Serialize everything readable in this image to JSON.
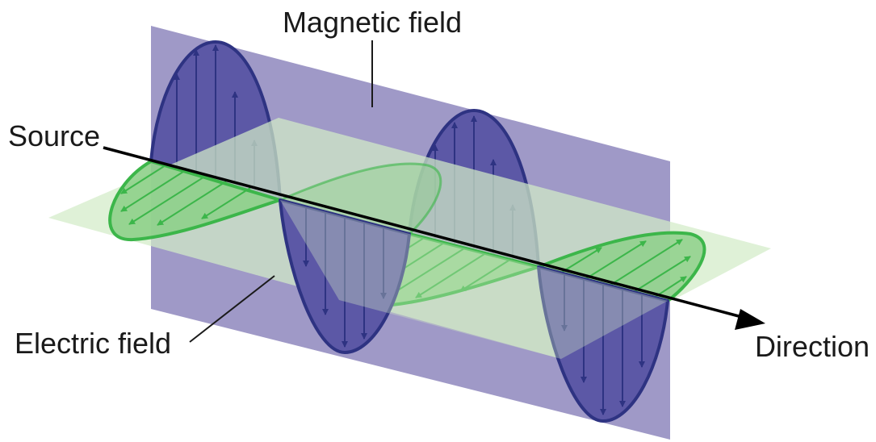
{
  "labels": {
    "magnetic": "Magnetic field",
    "source": "Source",
    "electric": "Electric field",
    "direction": "Direction"
  },
  "colors": {
    "magnetic_plane": "#9f99c7",
    "magnetic_wave_fill": "#5c58a6",
    "magnetic_wave_stroke": "#2e3382",
    "electric_plane": "#d3ecc7",
    "electric_wave_fill": "#8ed08a",
    "electric_wave_stroke": "#3cb64a",
    "axis": "#000000",
    "text": "#1a1a1a"
  }
}
